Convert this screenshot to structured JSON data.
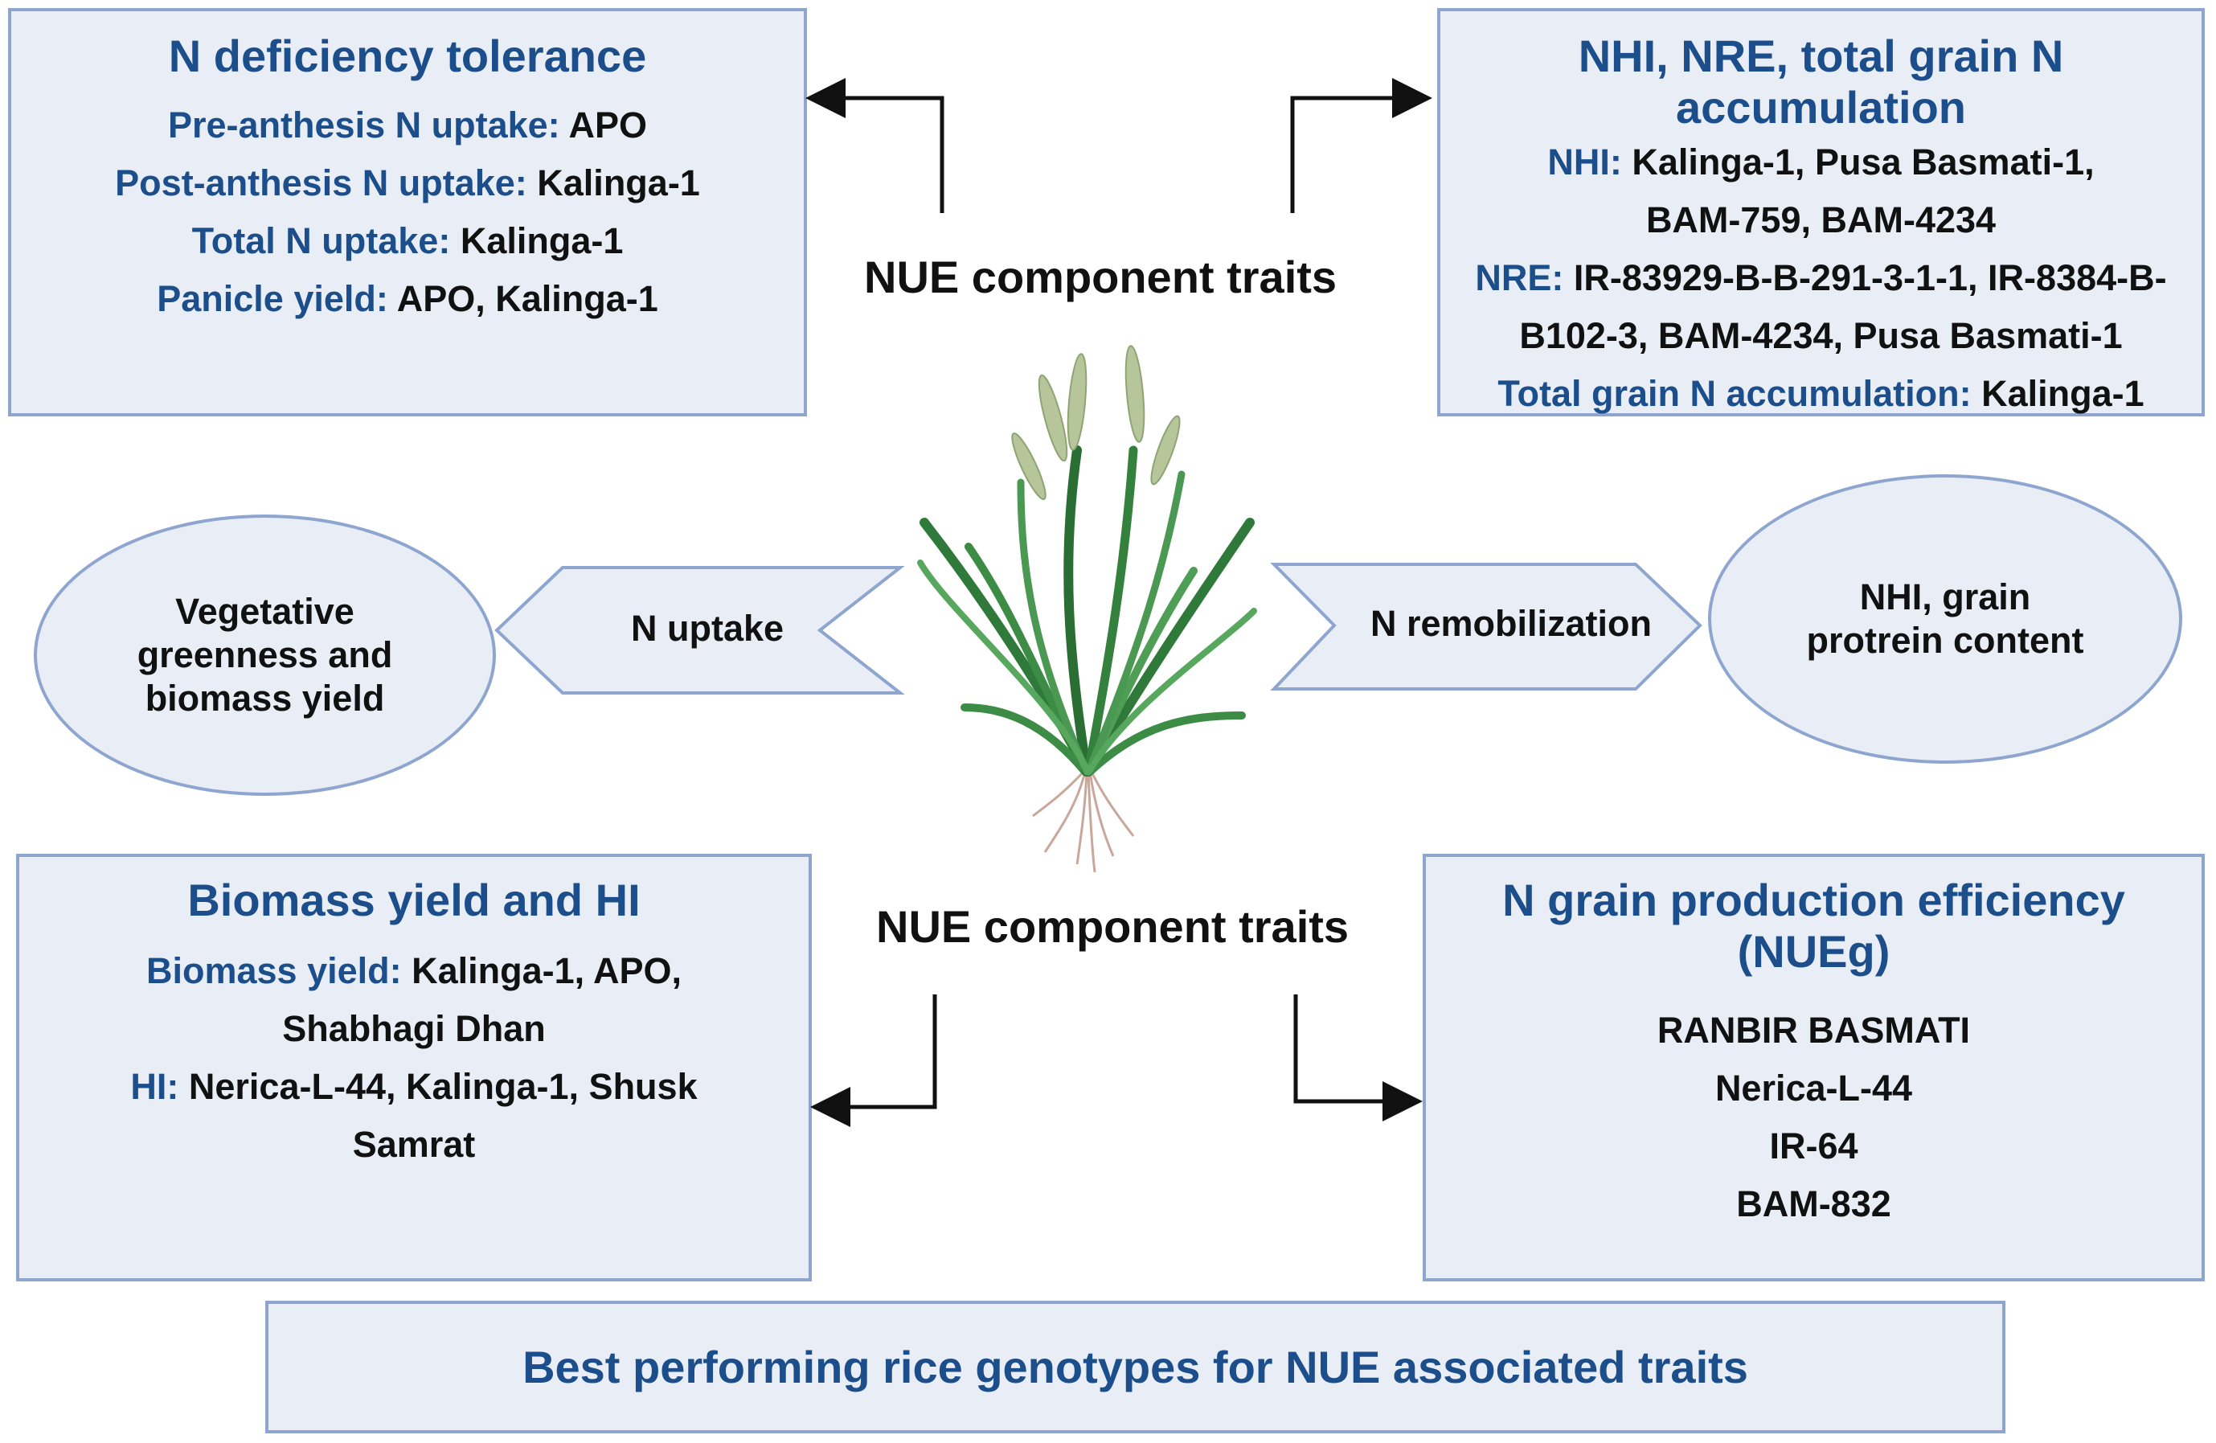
{
  "top_left": {
    "title": "N deficiency tolerance",
    "items": [
      {
        "key": "Pre-anthesis N uptake:",
        "value": " APO"
      },
      {
        "key": "Post-anthesis N uptake:",
        "value": " Kalinga-1"
      },
      {
        "key": "Total N uptake:",
        "value": " Kalinga-1"
      },
      {
        "key": "Panicle yield:",
        "value": " APO, Kalinga-1"
      }
    ]
  },
  "top_right": {
    "title_line1": "NHI, NRE, total grain N",
    "title_line2": "accumulation",
    "lines": [
      {
        "key": "NHI:",
        "value": " Kalinga-1, Pusa Basmati-1,"
      },
      {
        "key": "",
        "value": "BAM-759, BAM-4234"
      },
      {
        "key": "NRE:",
        "value": " IR-83929-B-B-291-3-1-1, IR-8384-B-"
      },
      {
        "key": "",
        "value": "B102-3, BAM-4234, Pusa Basmati-1"
      },
      {
        "key": "Total grain N accumulation:",
        "value": " Kalinga-1"
      }
    ]
  },
  "center": {
    "top_label": "NUE component traits",
    "bottom_label": "NUE component traits"
  },
  "left_ellipse": {
    "lines": [
      "Vegetative",
      "greenness and",
      "biomass yield"
    ]
  },
  "right_ellipse": {
    "lines": [
      "NHI, grain",
      "protrein content"
    ]
  },
  "left_arrow_label": "N uptake",
  "right_arrow_label": "N remobilization",
  "bottom_left": {
    "title": "Biomass yield and HI",
    "lines": [
      {
        "key": "Biomass yield:",
        "value": " Kalinga-1, APO,"
      },
      {
        "key": "",
        "value": "Shabhagi Dhan"
      },
      {
        "key": "HI:",
        "value": " Nerica-L-44, Kalinga-1, Shusk"
      },
      {
        "key": "",
        "value": "Samrat"
      }
    ]
  },
  "bottom_right": {
    "title": "N grain production efficiency (NUEg)",
    "items": [
      "RANBIR BASMATI",
      "Nerica-L-44",
      "IR-64",
      "BAM-832"
    ]
  },
  "footer": {
    "text": "Best performing rice genotypes for NUE associated traits"
  },
  "colors": {
    "accent": "#1b4e8a",
    "box_fill": "#e9eef6",
    "box_border": "#8ea6cf"
  },
  "illustration": {
    "icon": "rice-plant-icon"
  }
}
